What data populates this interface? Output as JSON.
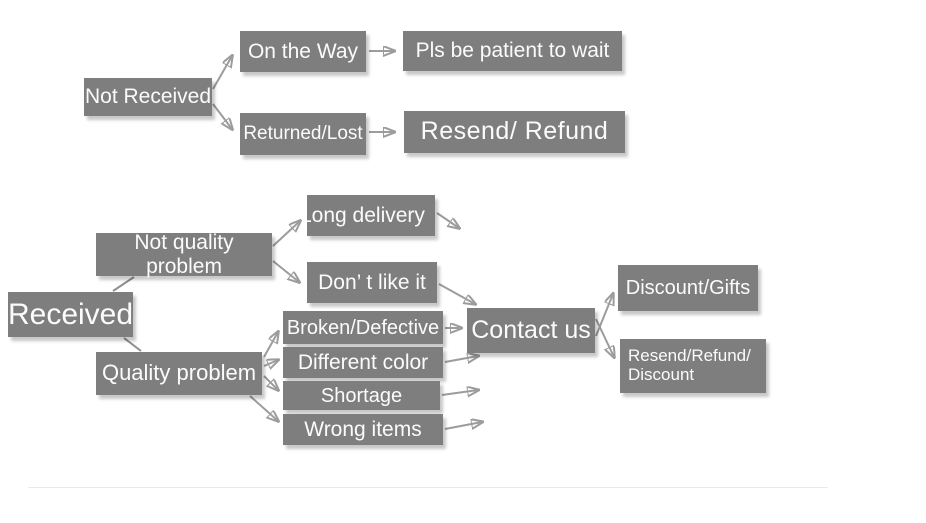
{
  "colors": {
    "box": "#7e7e7e",
    "text": "#fbfbfb",
    "arrow": "#9c9c9c",
    "background": "#ffffff"
  },
  "diagram": {
    "type": "flowchart",
    "nodes": {
      "not_received": {
        "label": "Not Received"
      },
      "on_the_way": {
        "label": "On the Way"
      },
      "pls_patient": {
        "label": "Pls be patient to wait"
      },
      "returned_lost": {
        "label": "Returned/Lost"
      },
      "resend_refund": {
        "label": "Resend/ Refund"
      },
      "received": {
        "label": "Received"
      },
      "not_quality": {
        "label": "Not quality problem"
      },
      "quality": {
        "label": "Quality problem"
      },
      "long_delivery": {
        "label": "Long delivery"
      },
      "dont_like": {
        "label": "Don’ t like it"
      },
      "broken": {
        "label": "Broken/Defective"
      },
      "diff_color": {
        "label": "Different color"
      },
      "shortage": {
        "label": "Shortage"
      },
      "wrong_items": {
        "label": "Wrong items"
      },
      "contact_us": {
        "label": "Contact us"
      },
      "discount_gifts": {
        "label": "Discount/Gifts"
      },
      "rr_discount": {
        "label": "Resend/Refund/\nDiscount"
      }
    },
    "edges": [
      {
        "from": "Not Received",
        "to": "On the Way"
      },
      {
        "from": "On the Way",
        "to": "Pls be patient to wait"
      },
      {
        "from": "Not Received",
        "to": "Returned/Lost"
      },
      {
        "from": "Returned/Lost",
        "to": "Resend/ Refund"
      },
      {
        "from": "Received",
        "to": "Not quality problem"
      },
      {
        "from": "Received",
        "to": "Quality problem"
      },
      {
        "from": "Not quality problem",
        "to": "Long delivery"
      },
      {
        "from": "Not quality problem",
        "to": "Don’ t like it"
      },
      {
        "from": "Long delivery",
        "to": "Contact us"
      },
      {
        "from": "Don’ t like it",
        "to": "Contact us"
      },
      {
        "from": "Quality problem",
        "to": "Broken/Defective"
      },
      {
        "from": "Quality problem",
        "to": "Different color"
      },
      {
        "from": "Quality problem",
        "to": "Shortage"
      },
      {
        "from": "Quality problem",
        "to": "Wrong items"
      },
      {
        "from": "Broken/Defective",
        "to": "Contact us"
      },
      {
        "from": "Different color",
        "to": "Contact us"
      },
      {
        "from": "Shortage",
        "to": "Contact us"
      },
      {
        "from": "Wrong items",
        "to": "Contact us"
      },
      {
        "from": "Contact us",
        "to": "Discount/Gifts"
      },
      {
        "from": "Contact us",
        "to": "Resend/Refund/Discount"
      }
    ]
  }
}
